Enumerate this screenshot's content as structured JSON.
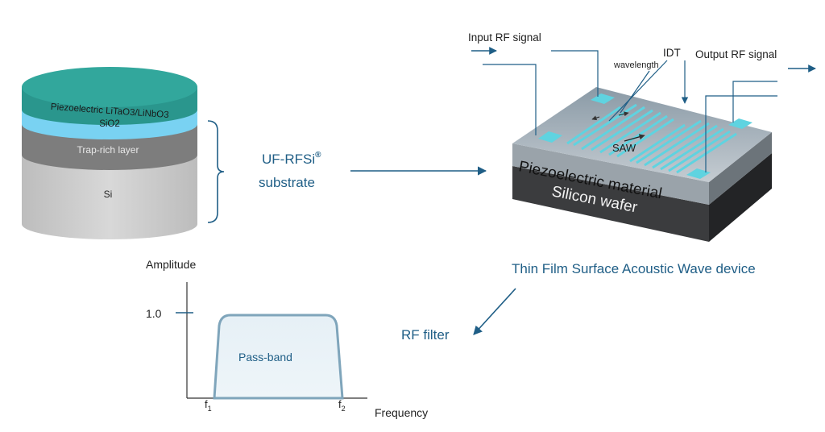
{
  "substrate_stack": {
    "layer_piezo": "Piezoelectric LiTaO3/LiNbO3",
    "layer_sio2": "SiO2",
    "layer_trap": "Trap-rich layer",
    "layer_si": "Si",
    "brace_label_line1": "UF-RFSi",
    "brace_label_reg": "®",
    "brace_label_line2": "substrate"
  },
  "saw_device": {
    "input_label": "Input RF signal",
    "output_label": "Output RF signal",
    "idt_label": "IDT",
    "wavelength_label": "wavelength",
    "saw_label": "SAW",
    "piezo_label": "Piezoelectric material",
    "silicon_label": "Silicon wafer",
    "caption": "Thin Film Surface Acoustic Wave device"
  },
  "filter_plot": {
    "arrow_label": "RF filter",
    "y_axis_label": "Amplitude",
    "x_axis_label": "Frequency",
    "y_tick": "1.0",
    "f1_base": "f",
    "f1_sub": "1",
    "f2_base": "f",
    "f2_sub": "2",
    "region_label": "Pass-band"
  },
  "colors": {
    "teal_top": "#2f9c93",
    "cyan_layer": "#7fd4f0",
    "trap_grey": "#7a7a7a",
    "si_grey": "#c9c9c9",
    "accent_blue": "#1f5e86",
    "electrode_cyan": "#5fd3e0"
  }
}
